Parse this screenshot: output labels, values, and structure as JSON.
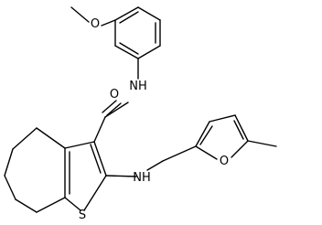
{
  "diagram": {
    "type": "chemical-structure",
    "atom_labels": {
      "methoxy_oxygen": "O",
      "amide_oxygen": "O",
      "amide_nh": "NH",
      "amine_nh": "NH",
      "furan_oxygen": "O",
      "thiophene_sulfur": "S"
    },
    "colors": {
      "bond": "#000000",
      "label": "#000000",
      "background": "#ffffff"
    }
  }
}
